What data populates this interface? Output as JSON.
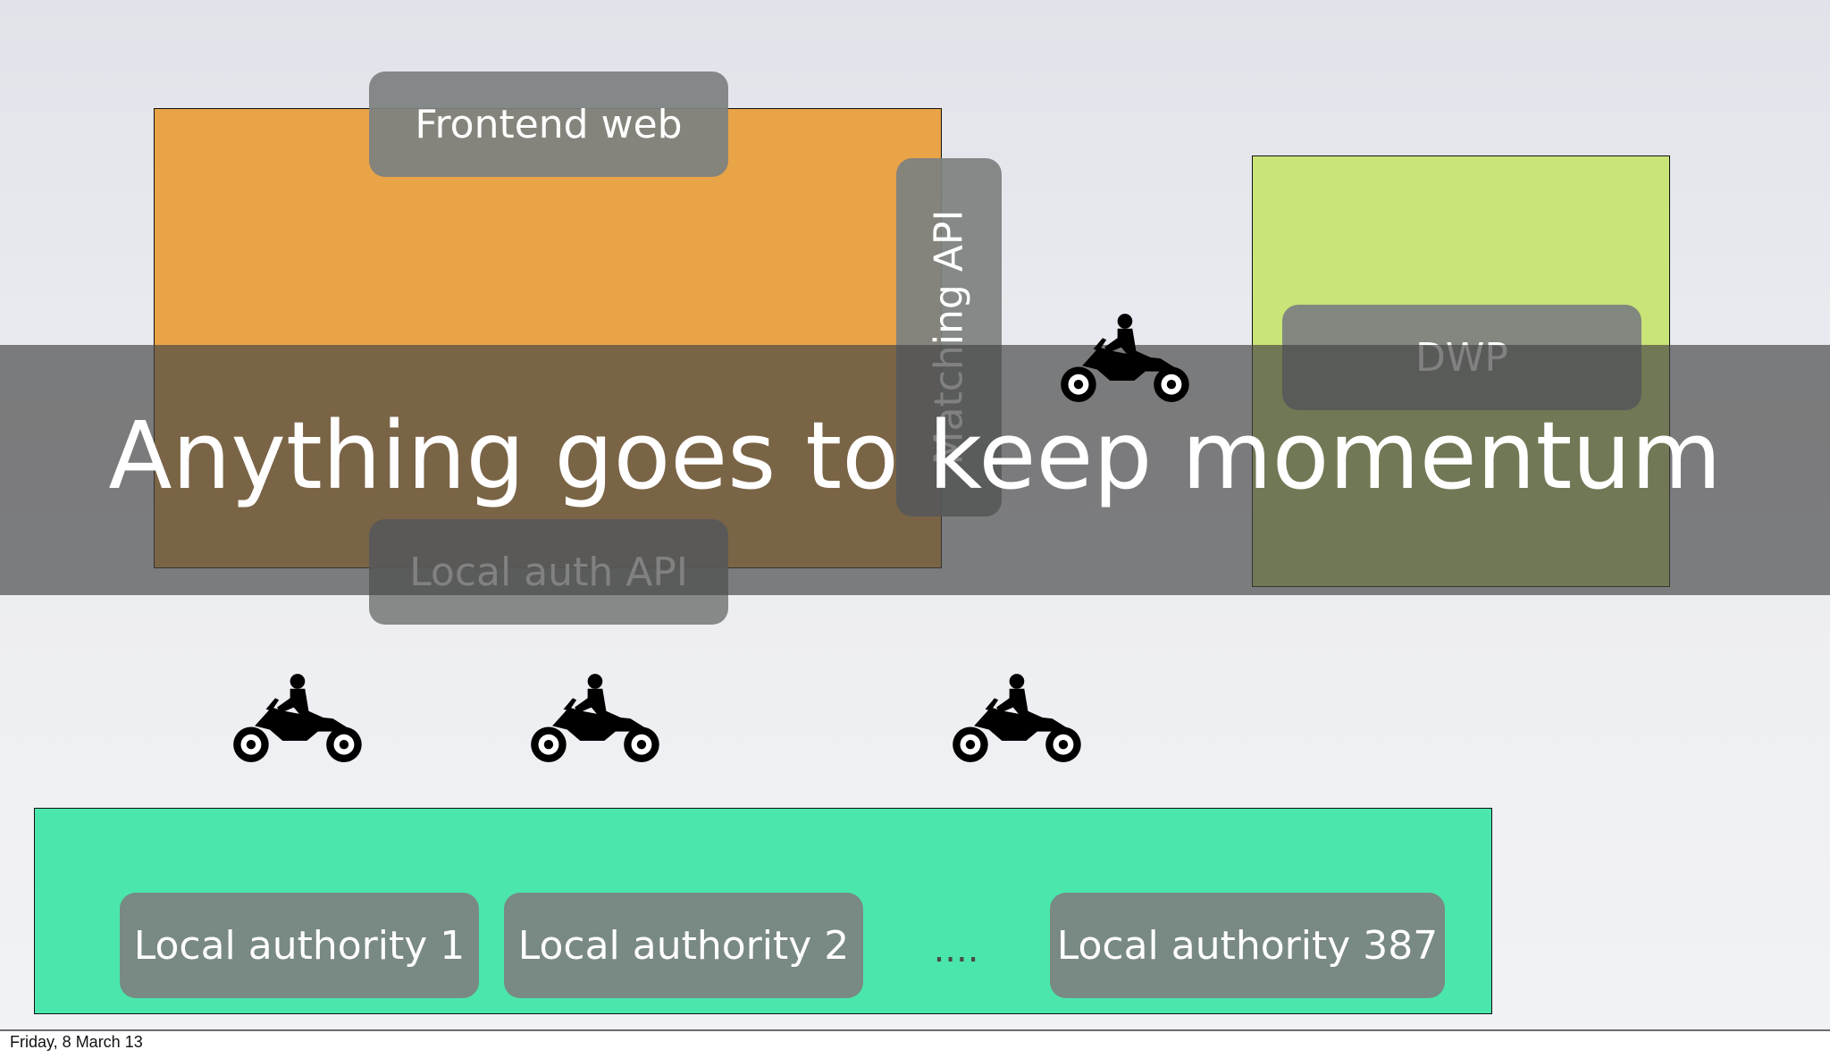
{
  "diagram": {
    "nodes": {
      "frontend_web": "Frontend web",
      "local_auth_api": "Local auth API",
      "matching_api": "Matching API",
      "dwp": "DWP",
      "local_authority_1": "Local authority 1",
      "local_authority_2": "Local authority 2",
      "ellipsis": "....",
      "local_authority_387": "Local authority 387"
    },
    "icons": [
      "motorcycle-icon",
      "motorcycle-icon",
      "motorcycle-icon",
      "motorcycle-icon"
    ],
    "colors": {
      "frontend_box": "#e9a448",
      "dwp_box": "#c9e477",
      "local_authorities_box": "#4ae6ac",
      "pill": "#7d8180",
      "overlay": "#464646"
    }
  },
  "headline": "Anything goes to keep momentum",
  "footer": {
    "date": "Friday, 8 March 13"
  }
}
